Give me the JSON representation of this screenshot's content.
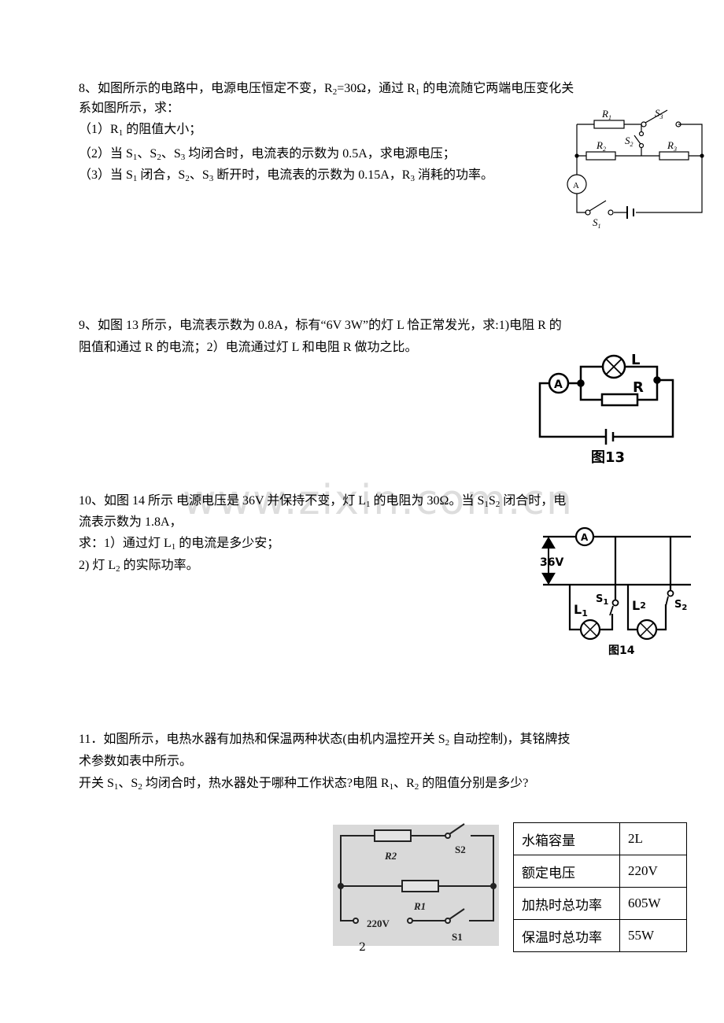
{
  "watermark": "www.zixin.com.cn",
  "q8": {
    "lines": [
      [
        {
          "t": "8、如图所示的电路中，电源电压恒定不变，R"
        },
        {
          "t": "2",
          "sub": true
        },
        {
          "t": "=30Ω，通过 R"
        },
        {
          "t": "1",
          "sub": true
        },
        {
          "t": " 的电流随它两端电压变化关"
        }
      ],
      [
        {
          "t": "系如图所示，求："
        }
      ],
      [
        {
          "t": "（1）R"
        },
        {
          "t": "1",
          "sub": true
        },
        {
          "t": " 的阻值大小；"
        }
      ],
      [
        {
          "t": "（2）当 S"
        },
        {
          "t": "1",
          "sub": true
        },
        {
          "t": "、S"
        },
        {
          "t": "2",
          "sub": true
        },
        {
          "t": "、S"
        },
        {
          "t": "3",
          "sub": true
        },
        {
          "t": " 均闭合时，电流表的示数为 0.5A，求电源电压；"
        }
      ],
      [
        {
          "t": "（3）当 S"
        },
        {
          "t": "1",
          "sub": true
        },
        {
          "t": " 闭合，S"
        },
        {
          "t": "2",
          "sub": true
        },
        {
          "t": "、S"
        },
        {
          "t": "3",
          "sub": true
        },
        {
          "t": " 断开时，电流表的示数为 0.15A，R"
        },
        {
          "t": "3",
          "sub": true
        },
        {
          "t": " 消耗的功率。"
        }
      ]
    ],
    "circuit": {
      "r1": "R",
      "r1s": "1",
      "r2": "R",
      "r2s": "2",
      "r3": "R",
      "r3s": "3",
      "s1": "S",
      "s1s": "1",
      "s2": "S",
      "s2s": "2",
      "s3": "S",
      "s3s": "3",
      "meter": "A"
    }
  },
  "q9": {
    "lines": [
      [
        {
          "t": "9、如图 13 所示，电流表示数为 0.8A，标有“6V 3W”的灯 L 恰正常发光，求:1)电阻 R 的"
        }
      ],
      [
        {
          "t": "阻值和通过 R 的电流；2）电流通过灯 L 和电阻 R 做功之比。"
        }
      ]
    ],
    "circuit": {
      "meter": "A",
      "lamp": "L",
      "resistor": "R",
      "caption": "图13"
    }
  },
  "q10": {
    "lines": [
      [
        {
          "t": "10、如图 14 所示  电源电压是 36V 并保持不变，灯 L"
        },
        {
          "t": "1",
          "sub": true
        },
        {
          "t": " 的电阻为 30Ω。当 S"
        },
        {
          "t": "1",
          "sub": true
        },
        {
          "t": "S"
        },
        {
          "t": "2",
          "sub": true
        },
        {
          "t": " 闭合时，电"
        }
      ],
      [
        {
          "t": "流表示数为 1.8A，"
        }
      ],
      [
        {
          "t": "求：1）通过灯 L"
        },
        {
          "t": "1",
          "sub": true
        },
        {
          "t": " 的电流是多少安；"
        }
      ],
      [
        {
          "t": "2)  灯 L"
        },
        {
          "t": "2",
          "sub": true
        },
        {
          "t": " 的实际功率。"
        }
      ]
    ],
    "circuit": {
      "meter": "A",
      "voltage": "36V",
      "l1": "L",
      "l1s": "1",
      "l2": "L",
      "l2s": "2",
      "s1": "S",
      "s1s": "1",
      "s2": "S",
      "s2s": "2",
      "caption": "图14"
    }
  },
  "q11": {
    "lines": [
      [
        {
          "t": "11．如图所示，电热水器有加热和保温两种状态(由机内温控开关 S"
        },
        {
          "t": "2",
          "sub": true
        },
        {
          "t": " 自动控制)，其铭牌技"
        }
      ],
      [
        {
          "t": "术参数如表中所示。"
        }
      ],
      [
        {
          "t": "开关 S"
        },
        {
          "t": "1",
          "sub": true
        },
        {
          "t": "、S"
        },
        {
          "t": "2",
          "sub": true
        },
        {
          "t": " 均闭合时，热水器处于哪种工作状态?电阻 R"
        },
        {
          "t": "1",
          "sub": true
        },
        {
          "t": "、R"
        },
        {
          "t": "2",
          "sub": true
        },
        {
          "t": " 的阻值分别是多少?"
        }
      ]
    ],
    "circuit": {
      "r1": "R1",
      "r2": "R2",
      "s1": "S1",
      "s2": "S2",
      "voltage": "220V"
    },
    "table": [
      {
        "key": "水箱容量",
        "value": "2L"
      },
      {
        "key": "额定电压",
        "value": "220V"
      },
      {
        "key": "加热时总功率",
        "value": "605W"
      },
      {
        "key": "保温时总功率",
        "value": "55W"
      }
    ]
  },
  "page_number": "2"
}
